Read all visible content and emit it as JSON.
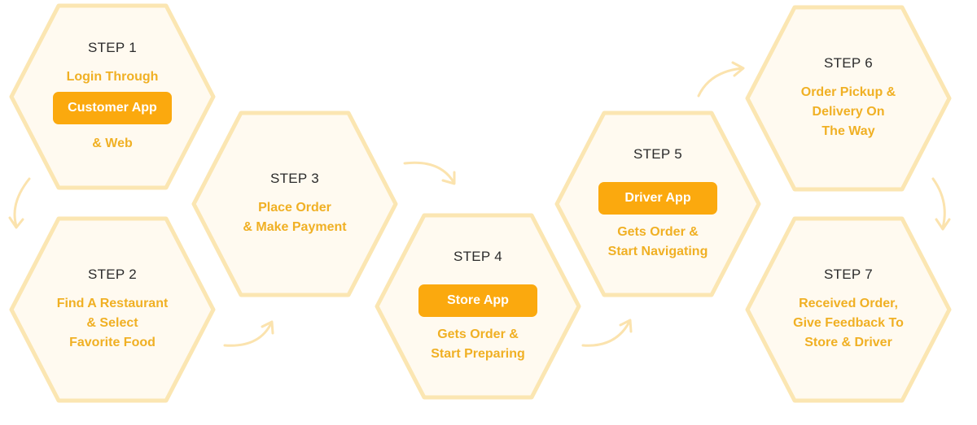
{
  "steps": [
    {
      "label": "STEP 1",
      "before": "Login Through",
      "app": "Customer App",
      "after": "& Web"
    },
    {
      "label": "STEP 2",
      "lines": [
        "Find A Restaurant",
        "& Select",
        "Favorite Food"
      ]
    },
    {
      "label": "STEP 3",
      "lines": [
        "Place Order",
        "& Make Payment"
      ]
    },
    {
      "label": "STEP 4",
      "app": "Store App",
      "lines": [
        "Gets Order &",
        "Start Preparing"
      ]
    },
    {
      "label": "STEP 5",
      "app": "Driver App",
      "lines": [
        "Gets Order &",
        "Start Navigating"
      ]
    },
    {
      "label": "STEP 6",
      "lines": [
        "Order Pickup &",
        "Delivery On",
        "The Way"
      ]
    },
    {
      "label": "STEP 7",
      "lines": [
        "Received Order,",
        "Give Feedback To",
        "Store & Driver"
      ]
    }
  ],
  "colors": {
    "hex_fill": "#fffaf0",
    "hex_stroke": "#fbe6b2",
    "accent": "#fba90e",
    "text_accent": "#f0b024",
    "arrow": "#fbe3ae"
  }
}
